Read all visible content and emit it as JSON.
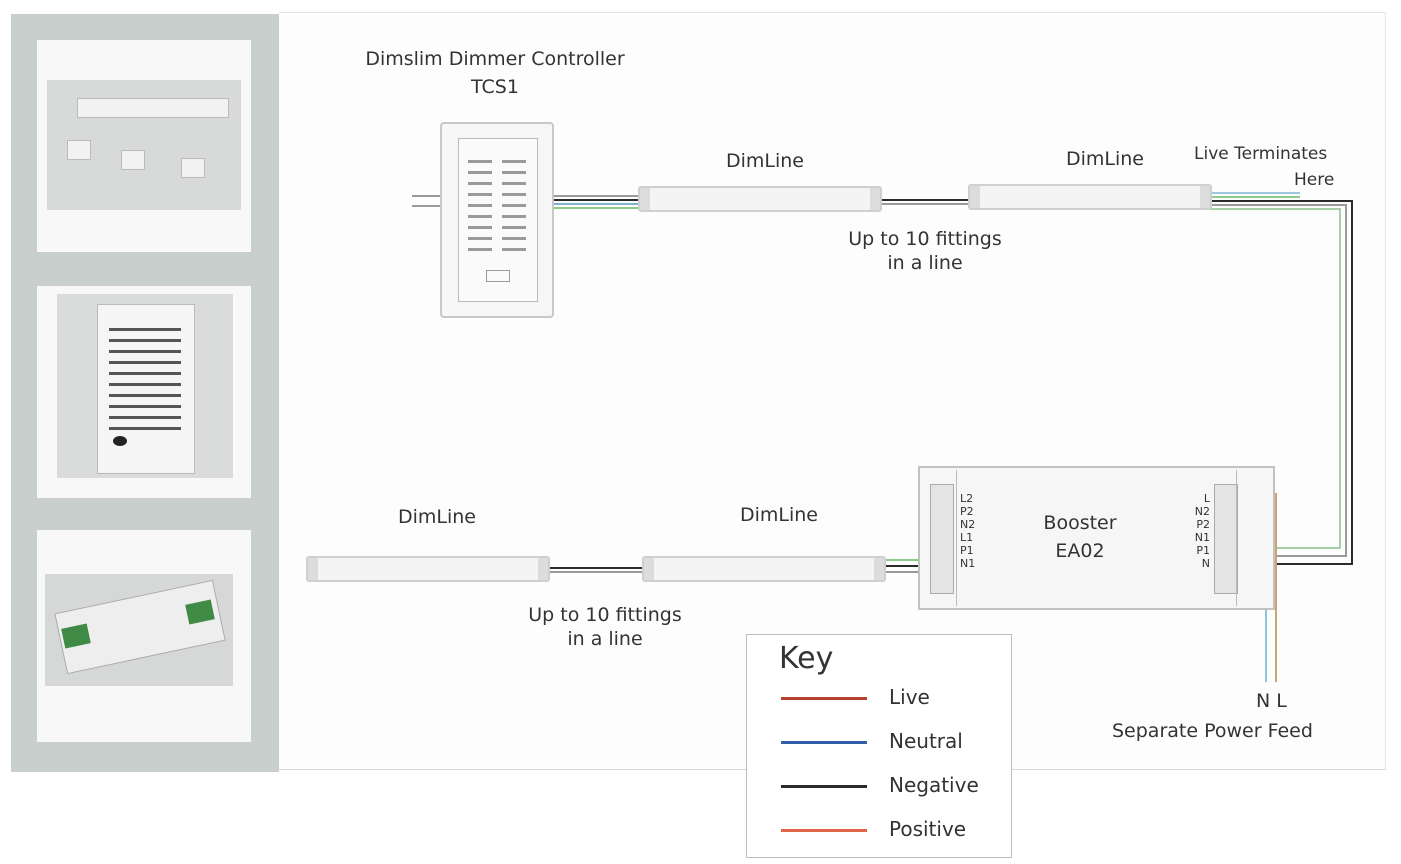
{
  "controller_title": [
    "Dimslim Dimmer Controller",
    "TCS1"
  ],
  "fittings": {
    "top_left": "DimLine",
    "top_right": "DimLine",
    "bottom_left": "DimLine",
    "bottom_right": "DimLine"
  },
  "fittings_note_top": [
    "Up to 10 fittings",
    "in a line"
  ],
  "fittings_note_bottom": [
    "Up to 10 fittings",
    "in a line"
  ],
  "live_note": [
    "Live Terminates",
    "Here"
  ],
  "booster": {
    "name": "Booster",
    "model": "EA02"
  },
  "booster_terminals_left": [
    "L2",
    "P2",
    "N2",
    "L1",
    "P1",
    "N1"
  ],
  "booster_terminals_right": [
    "L",
    "N2",
    "P2",
    "N1",
    "P1",
    "N"
  ],
  "power_feed": {
    "letters": "N L",
    "caption": "Separate Power Feed"
  },
  "key": {
    "title": "Key",
    "items": [
      {
        "label": "Live",
        "color": "#b5422f"
      },
      {
        "label": "Neutral",
        "color": "#2f5ea8"
      },
      {
        "label": "Negative",
        "color": "#2b2b2b"
      },
      {
        "label": "Positive",
        "color": "#e0664a"
      }
    ]
  },
  "wire_colors": {
    "live": "#b5422f",
    "neutral": "#2f5ea8",
    "negative": "#2b2b2b",
    "positive": "#e0664a",
    "grey": "#9a9a9a"
  },
  "sidebar_images": [
    "strip-light-kit-photo",
    "dimmer-controller-photo",
    "booster-unit-photo"
  ]
}
